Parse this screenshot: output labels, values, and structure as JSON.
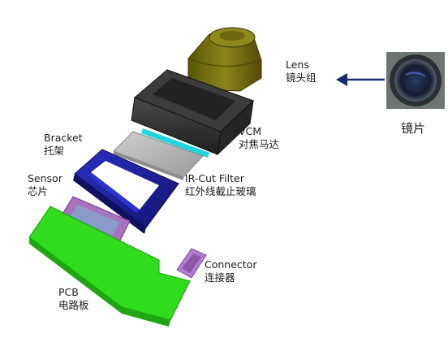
{
  "labels": {
    "lens": {
      "en": "Lens",
      "zh": "镜头组"
    },
    "vcm": {
      "en": "VCM",
      "zh": "对焦马达"
    },
    "bracket": {
      "en": "Bracket",
      "zh": "托架"
    },
    "sensor": {
      "en": "Sensor",
      "zh": "芯片"
    },
    "ir_filter": {
      "en": "IR-Cut Filter",
      "zh": "红外线截止玻璃"
    },
    "connector": {
      "en": "Connector",
      "zh": "连接器"
    },
    "pcb": {
      "en": "PCB",
      "zh": "电路板"
    },
    "lens_element": {
      "zh": "镜片"
    }
  },
  "colors": {
    "lens_barrel": "#7a7412",
    "vcm_body": "#3a3a3a",
    "vcm_accent": "#22d3e0",
    "filter": "#b9b9b9",
    "bracket": "#1c1f9a",
    "sensor": "#a06ab8",
    "pcb": "#2ed81e",
    "connector": "#b07acc",
    "arrow": "#1a2a6e"
  }
}
